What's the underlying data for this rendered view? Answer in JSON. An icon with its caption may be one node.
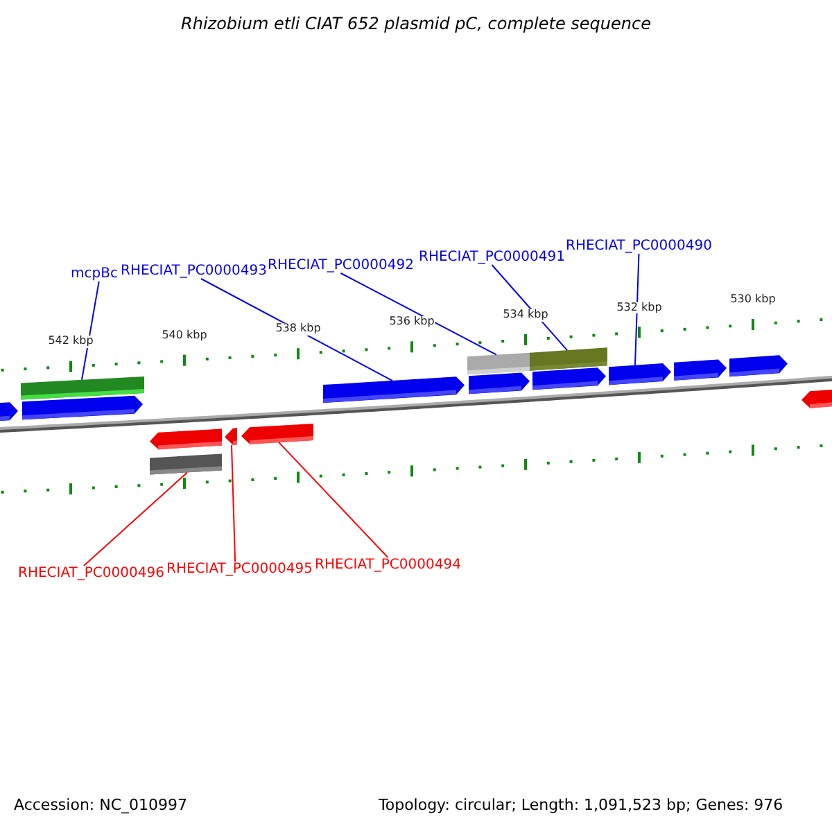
{
  "diagram": {
    "title": "Rhizobium etli CIAT 652 plasmid pC, complete sequence",
    "nodes": [
      {
        "text": [
          "mcpBc"
        ]
      },
      {
        "text": [
          "RHECIAT_PC0000493"
        ]
      },
      {
        "text": [
          "RHECIAT_PC0000492"
        ]
      },
      {
        "text": [
          "RHECIAT_PC0000491"
        ]
      },
      {
        "text": [
          "RHECIAT_PC0000490"
        ]
      },
      {
        "text": [
          "RHECIAT_PC0000496"
        ]
      },
      {
        "text": [
          "RHECIAT_PC0000495"
        ]
      },
      {
        "text": [
          "RHECIAT_PC0000494"
        ]
      },
      {
        "text": [],
        "shape": "arrow"
      },
      {
        "text": [],
        "shape": "bar"
      },
      {
        "text": [],
        "shape": "arrow"
      },
      {
        "text": [],
        "shape": "arrow"
      },
      {
        "text": [],
        "shape": "bar"
      },
      {
        "text": [],
        "shape": "arrow"
      },
      {
        "text": [],
        "shape": "arrow"
      },
      {
        "text": [],
        "shape": "arrow"
      },
      {
        "text": [],
        "shape": "bar"
      },
      {
        "text": [],
        "shape": "arrow"
      },
      {
        "text": [],
        "shape": "bar"
      },
      {
        "text": [],
        "shape": "arrow"
      },
      {
        "text": [],
        "shape": "arrow"
      },
      {
        "text": [],
        "shape": "arrow"
      },
      {
        "text": [],
        "shape": "arrow"
      },
      {
        "text": [],
        "shape": "arrow"
      }
    ],
    "edges": [
      {
        "from": 0,
        "to": 9,
        "arrow": "none"
      },
      {
        "from": 1,
        "to": 15,
        "arrow": "none"
      },
      {
        "from": 2,
        "to": 16,
        "arrow": "none"
      },
      {
        "from": 3,
        "to": 18,
        "arrow": "none"
      },
      {
        "from": 4,
        "to": 20,
        "arrow": "none"
      },
      {
        "from": 5,
        "to": 12,
        "arrow": "none",
        "color": "#ff0000"
      },
      {
        "from": 6,
        "to": 13,
        "arrow": "none",
        "color": "#ff0000"
      },
      {
        "from": 7,
        "to": 14,
        "arrow": "none",
        "color": "#ff0000"
      }
    ],
    "labels": [
      "542 kbp",
      "540 kbp",
      "538 kbp",
      "536 kbp",
      "534 kbp",
      "532 kbp",
      "530 kbp",
      "Accession: NC_010997",
      "Topology: circular; Length: 1,091,523 bp; Genes: 976"
    ]
  }
}
